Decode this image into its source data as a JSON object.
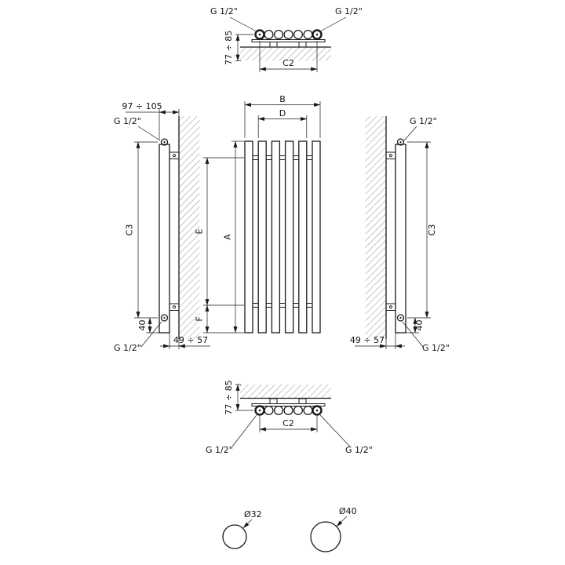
{
  "views": {
    "top_view": {
      "left_connection": "G 1/2\"",
      "right_connection": "G 1/2\"",
      "wall_distance": "77 ÷ 85",
      "connection_spacing": "C2"
    },
    "left_side_view": {
      "mounting_depth": "97 ÷ 105",
      "top_connection": "G 1/2\"",
      "connection_height": "C3",
      "bottom_offset": "40",
      "wall_clearance": "49 ÷ 57",
      "bottom_connection": "G 1/2\""
    },
    "front_view": {
      "overall_width": "B",
      "connection_width": "D",
      "overall_height": "A",
      "collector_spacing": "E",
      "bottom_collector_offset": "F"
    },
    "right_side_view": {
      "top_connection": "G 1/2\"",
      "connection_height": "C3",
      "wall_clearance": "49 ÷ 57",
      "bottom_offset": "40",
      "bottom_connection": "G 1/2\""
    },
    "bottom_view": {
      "wall_distance": "77 ÷ 85",
      "connection_spacing": "C2",
      "left_connection": "G 1/2\"",
      "right_connection": "G 1/2\""
    },
    "cross_sections": {
      "small_pipe_diameter": "Ø32",
      "large_pipe_diameter": "Ø40"
    }
  }
}
